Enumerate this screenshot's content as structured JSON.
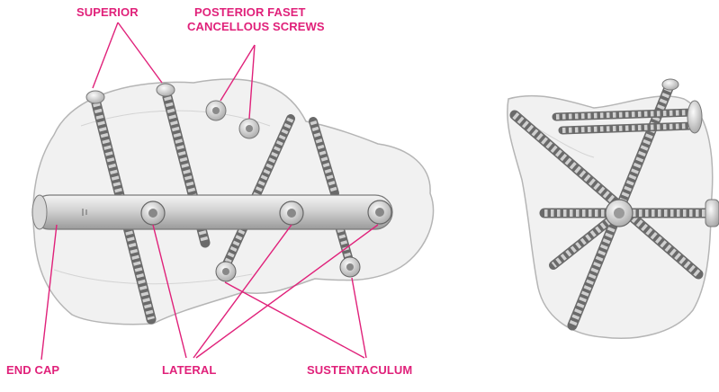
{
  "labels": {
    "superior": "SUPERIOR",
    "posterior_line1": "POSTERIOR FASET",
    "posterior_line2": "CANCELLOUS SCREWS",
    "end_cap": "END CAP",
    "lateral": "LATERAL",
    "sustentaculum": "SUSTENTACULUM"
  },
  "colors": {
    "label": "#e0217a",
    "leader_line": "#e0217a",
    "bone_fill": "#eeeeee",
    "bone_outline": "#b5b5b5",
    "implant_metal": "#c8c8c8",
    "implant_outline": "#7a7a7a"
  }
}
